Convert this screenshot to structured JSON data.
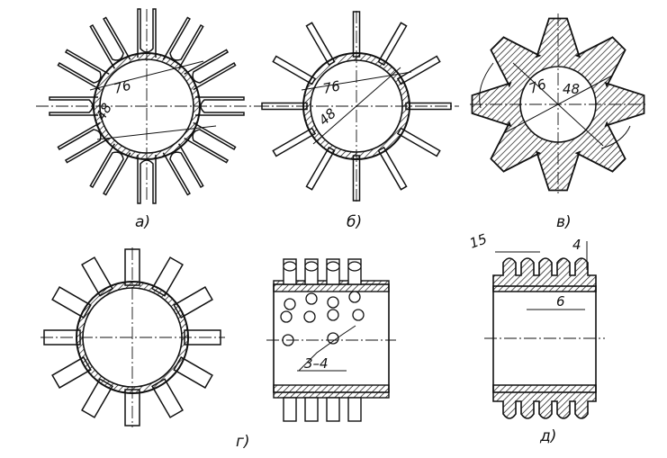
{
  "figures": {
    "a": {
      "label": "а)",
      "dim_outer": "76",
      "dim_inner": "48"
    },
    "b": {
      "label": "б)",
      "dim_outer": "76",
      "dim_inner": "48"
    },
    "v": {
      "label": "в)",
      "dim_outer": "76",
      "dim_inner": "48"
    },
    "g": {
      "label": "г)"
    },
    "g_side": {
      "dim": "3–4"
    },
    "d": {
      "label": "д)",
      "dim_top_left": "15",
      "dim_top_right": "4",
      "dim_mid": "6"
    }
  },
  "colors": {
    "ink": "#111111",
    "paper": "#ffffff"
  }
}
